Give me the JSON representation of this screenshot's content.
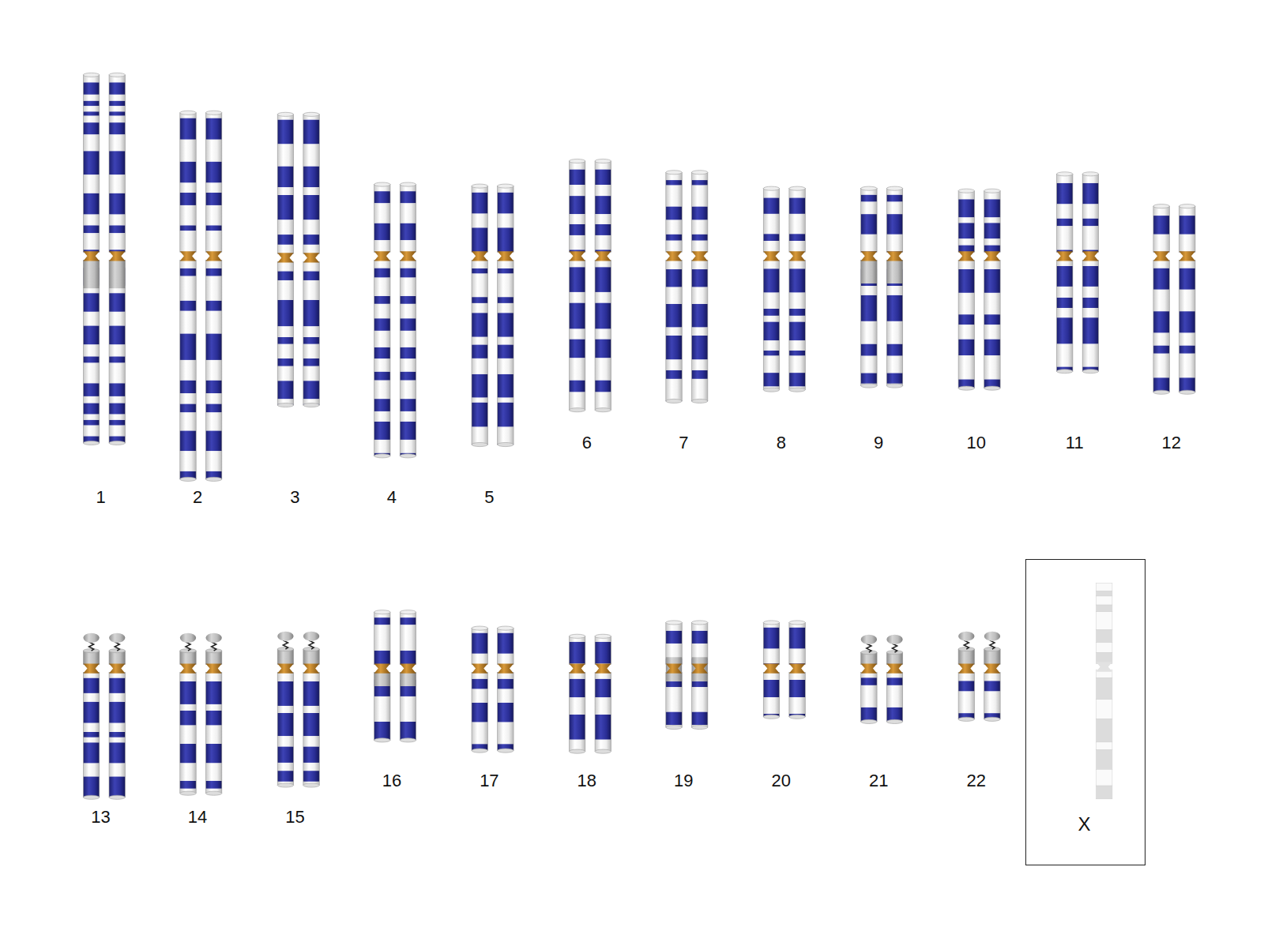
{
  "diagram": {
    "nodes": [
      {
        "text": [
          "X"
        ]
      }
    ],
    "labels": [
      "1",
      "2",
      "3",
      "4",
      "5",
      "6",
      "7",
      "8",
      "9",
      "10",
      "11",
      "12",
      "13",
      "14",
      "15",
      "16",
      "17",
      "18",
      "19",
      "20",
      "21",
      "22"
    ]
  }
}
